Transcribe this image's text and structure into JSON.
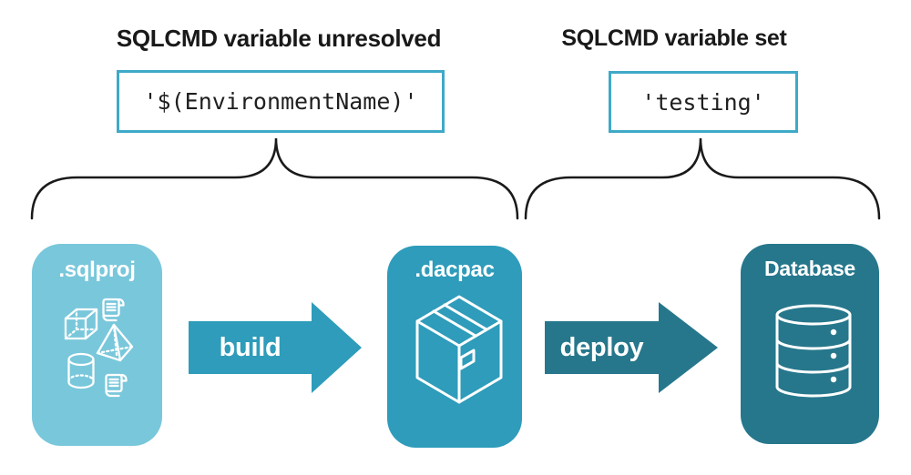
{
  "figure": {
    "left_annotation": {
      "heading": "SQLCMD variable unresolved",
      "code": "'$(EnvironmentName)'"
    },
    "right_annotation": {
      "heading": "SQLCMD variable set",
      "code": "'testing'"
    }
  },
  "pipeline": {
    "stages": [
      {
        "id": "sqlproj",
        "label": ".sqlproj",
        "color": "#79C7DB",
        "icon": "sql-objects-icons"
      },
      {
        "id": "dacpac",
        "label": ".dacpac",
        "color": "#2E9CBA",
        "icon": "package-box-icon"
      },
      {
        "id": "database",
        "label": "Database",
        "color": "#26778C",
        "icon": "database-cylinder-icon"
      }
    ],
    "arrows": [
      {
        "id": "build",
        "label": "build",
        "color": "#2E9CBA"
      },
      {
        "id": "deploy",
        "label": "deploy",
        "color": "#26778C"
      }
    ]
  },
  "colors": {
    "background": "#ffffff",
    "text": "#191919",
    "code_box_border": "#3FA9C8",
    "brace_stroke": "#1a1a1a",
    "card_light_blue": "#79C7DB",
    "card_teal": "#2E9CBA",
    "card_dark_teal": "#26778C",
    "icon_stroke": "#ffffff"
  }
}
